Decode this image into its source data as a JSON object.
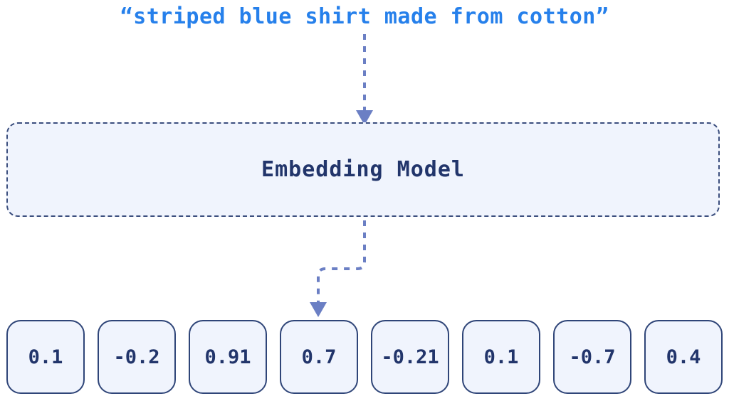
{
  "diagram": {
    "title": "“striped blue shirt made from cotton”",
    "model_label": "Embedding Model",
    "colors": {
      "query_text": "#2680EB",
      "box_fill": "#F0F4FD",
      "box_border": "#2F4578",
      "dashed_border": "#3B4E7E",
      "label_text": "#22356B",
      "arrow": "#6B7FC4",
      "background": "#FFFFFF"
    },
    "arrows": [
      {
        "name": "query-to-model-arrow",
        "style": "dashed",
        "direction": "down",
        "from": "query-text",
        "to": "embedding-box"
      },
      {
        "name": "model-to-vector-arrow",
        "style": "dashed",
        "direction": "down-left-elbow",
        "from": "embedding-box",
        "to": "vector-cell-4"
      }
    ],
    "vector": {
      "name": "embedding-vector",
      "length": 8,
      "values": [
        "0.1",
        "-0.2",
        "0.91",
        "0.7",
        "-0.21",
        "0.1",
        "-0.7",
        "0.4"
      ]
    }
  }
}
